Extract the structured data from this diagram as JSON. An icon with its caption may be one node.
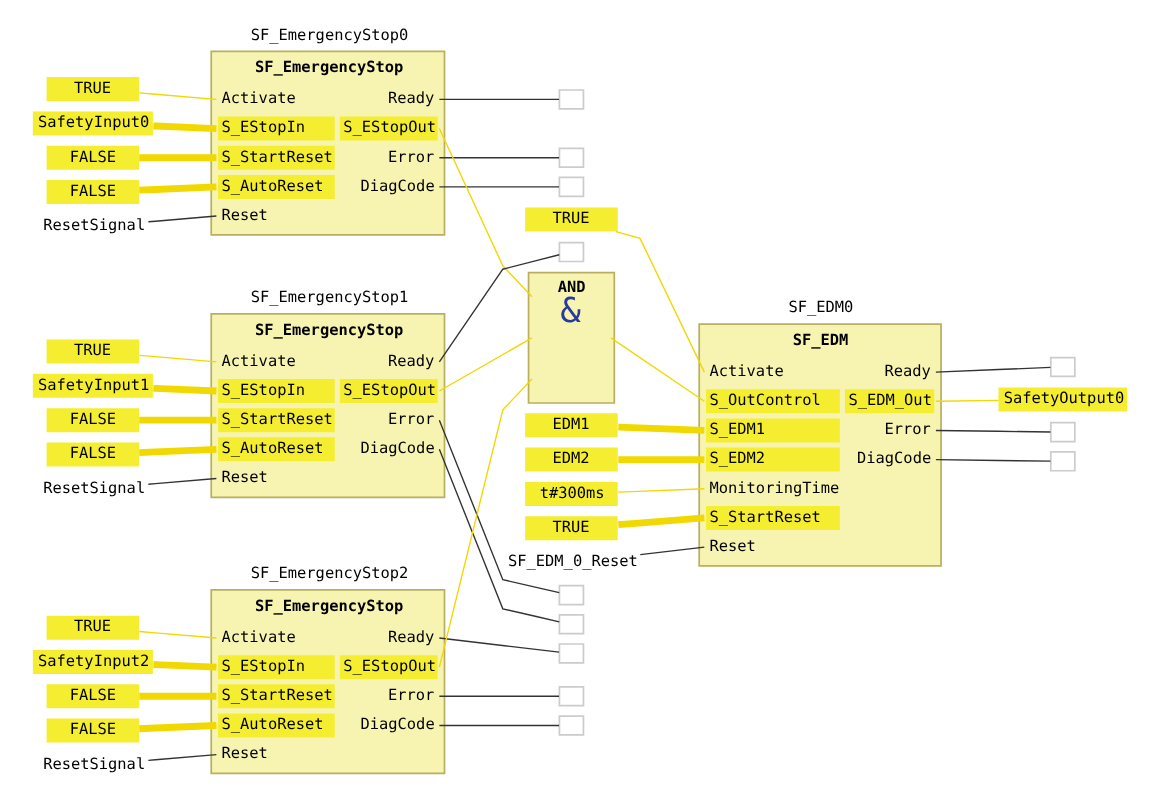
{
  "diagram": {
    "nodes": [
      {
        "text": [
          "SF_EmergencyStop0",
          "SF_EmergencyStop",
          "Activate",
          "S_EStopIn",
          "S_StartReset",
          "S_AutoReset",
          "Reset",
          "Ready",
          "S_EStopOut",
          "Error",
          "DiagCode"
        ]
      },
      {
        "text": [
          "TRUE"
        ]
      },
      {
        "text": [
          "SafetyInput0"
        ]
      },
      {
        "text": [
          "FALSE"
        ]
      },
      {
        "text": [
          "FALSE"
        ]
      },
      {
        "text": [
          "ResetSignal"
        ]
      },
      {
        "text": [],
        "shape": "box"
      },
      {
        "text": [],
        "shape": "box"
      },
      {
        "text": [],
        "shape": "box"
      },
      {
        "text": [
          "SF_EmergencyStop1",
          "SF_EmergencyStop",
          "Activate",
          "S_EStopIn",
          "S_StartReset",
          "S_AutoReset",
          "Reset",
          "Ready",
          "S_EStopOut",
          "Error",
          "DiagCode"
        ]
      },
      {
        "text": [
          "TRUE"
        ]
      },
      {
        "text": [
          "SafetyInput1"
        ]
      },
      {
        "text": [
          "FALSE"
        ]
      },
      {
        "text": [
          "FALSE"
        ]
      },
      {
        "text": [
          "ResetSignal"
        ]
      },
      {
        "text": [],
        "shape": "box"
      },
      {
        "text": [],
        "shape": "box"
      },
      {
        "text": [],
        "shape": "box"
      },
      {
        "text": [
          "SF_EmergencyStop2",
          "SF_EmergencyStop",
          "Activate",
          "S_EStopIn",
          "S_StartReset",
          "S_AutoReset",
          "Reset",
          "Ready",
          "S_EStopOut",
          "Error",
          "DiagCode"
        ]
      },
      {
        "text": [
          "TRUE"
        ]
      },
      {
        "text": [
          "SafetyInput2"
        ]
      },
      {
        "text": [
          "FALSE"
        ]
      },
      {
        "text": [
          "FALSE"
        ]
      },
      {
        "text": [
          "ResetSignal"
        ]
      },
      {
        "text": [],
        "shape": "box"
      },
      {
        "text": [],
        "shape": "box"
      },
      {
        "text": [],
        "shape": "box"
      },
      {
        "text": [
          "AND",
          "&"
        ]
      },
      {
        "text": [
          "SF_EDM0",
          "SF_EDM",
          "Activate",
          "S_OutControl",
          "S_EDM1",
          "S_EDM2",
          "MonitoringTime",
          "S_StartReset",
          "Reset",
          "Ready",
          "S_EDM_Out",
          "Error",
          "DiagCode"
        ]
      },
      {
        "text": [
          "TRUE"
        ]
      },
      {
        "text": [
          "EDM1"
        ]
      },
      {
        "text": [
          "EDM2"
        ]
      },
      {
        "text": [
          "t#300ms"
        ]
      },
      {
        "text": [
          "TRUE"
        ]
      },
      {
        "text": [
          "SF_EDM_0_Reset"
        ]
      },
      {
        "text": [],
        "shape": "box"
      },
      {
        "text": [],
        "shape": "box"
      },
      {
        "text": [],
        "shape": "box"
      },
      {
        "text": [
          "SafetyOutput0"
        ]
      }
    ],
    "edges": [
      {
        "from": 1,
        "to": 0,
        "arrow": "none"
      },
      {
        "from": 2,
        "to": 0,
        "arrow": "none",
        "style": "thick"
      },
      {
        "from": 3,
        "to": 0,
        "arrow": "none",
        "style": "thick"
      },
      {
        "from": 4,
        "to": 0,
        "arrow": "none",
        "style": "thick"
      },
      {
        "from": 5,
        "to": 0,
        "arrow": "none",
        "color": "#333333"
      },
      {
        "from": 0,
        "to": 6,
        "arrow": "none",
        "color": "#333333"
      },
      {
        "from": 0,
        "to": 27,
        "arrow": "none"
      },
      {
        "from": 0,
        "to": 7,
        "arrow": "none",
        "color": "#333333"
      },
      {
        "from": 0,
        "to": 8,
        "arrow": "none",
        "color": "#333333"
      },
      {
        "from": 10,
        "to": 9,
        "arrow": "none"
      },
      {
        "from": 11,
        "to": 9,
        "arrow": "none",
        "style": "thick"
      },
      {
        "from": 12,
        "to": 9,
        "arrow": "none",
        "style": "thick"
      },
      {
        "from": 13,
        "to": 9,
        "arrow": "none",
        "style": "thick"
      },
      {
        "from": 14,
        "to": 9,
        "arrow": "none",
        "color": "#333333"
      },
      {
        "from": 9,
        "to": 15,
        "arrow": "none",
        "color": "#333333"
      },
      {
        "from": 9,
        "to": 27,
        "arrow": "none"
      },
      {
        "from": 9,
        "to": 16,
        "arrow": "none",
        "color": "#333333"
      },
      {
        "from": 9,
        "to": 17,
        "arrow": "none",
        "color": "#333333"
      },
      {
        "from": 19,
        "to": 18,
        "arrow": "none"
      },
      {
        "from": 20,
        "to": 18,
        "arrow": "none",
        "style": "thick"
      },
      {
        "from": 21,
        "to": 18,
        "arrow": "none",
        "style": "thick"
      },
      {
        "from": 22,
        "to": 18,
        "arrow": "none",
        "style": "thick"
      },
      {
        "from": 23,
        "to": 18,
        "arrow": "none",
        "color": "#333333"
      },
      {
        "from": 18,
        "to": 24,
        "arrow": "none",
        "color": "#333333"
      },
      {
        "from": 18,
        "to": 27,
        "arrow": "none"
      },
      {
        "from": 18,
        "to": 25,
        "arrow": "none",
        "color": "#333333"
      },
      {
        "from": 18,
        "to": 26,
        "arrow": "none",
        "color": "#333333"
      },
      {
        "from": 29,
        "to": 28,
        "arrow": "none"
      },
      {
        "from": 27,
        "to": 28,
        "arrow": "none"
      },
      {
        "from": 30,
        "to": 28,
        "arrow": "none",
        "style": "thick"
      },
      {
        "from": 31,
        "to": 28,
        "arrow": "none",
        "style": "thick"
      },
      {
        "from": 32,
        "to": 28,
        "arrow": "none"
      },
      {
        "from": 33,
        "to": 28,
        "arrow": "none",
        "style": "thick"
      },
      {
        "from": 34,
        "to": 28,
        "arrow": "none",
        "color": "#333333"
      },
      {
        "from": 28,
        "to": 35,
        "arrow": "none",
        "color": "#333333"
      },
      {
        "from": 28,
        "to": 38,
        "arrow": "none"
      },
      {
        "from": 28,
        "to": 36,
        "arrow": "none",
        "color": "#333333"
      },
      {
        "from": 28,
        "to": 37,
        "arrow": "none",
        "color": "#333333"
      }
    ]
  }
}
